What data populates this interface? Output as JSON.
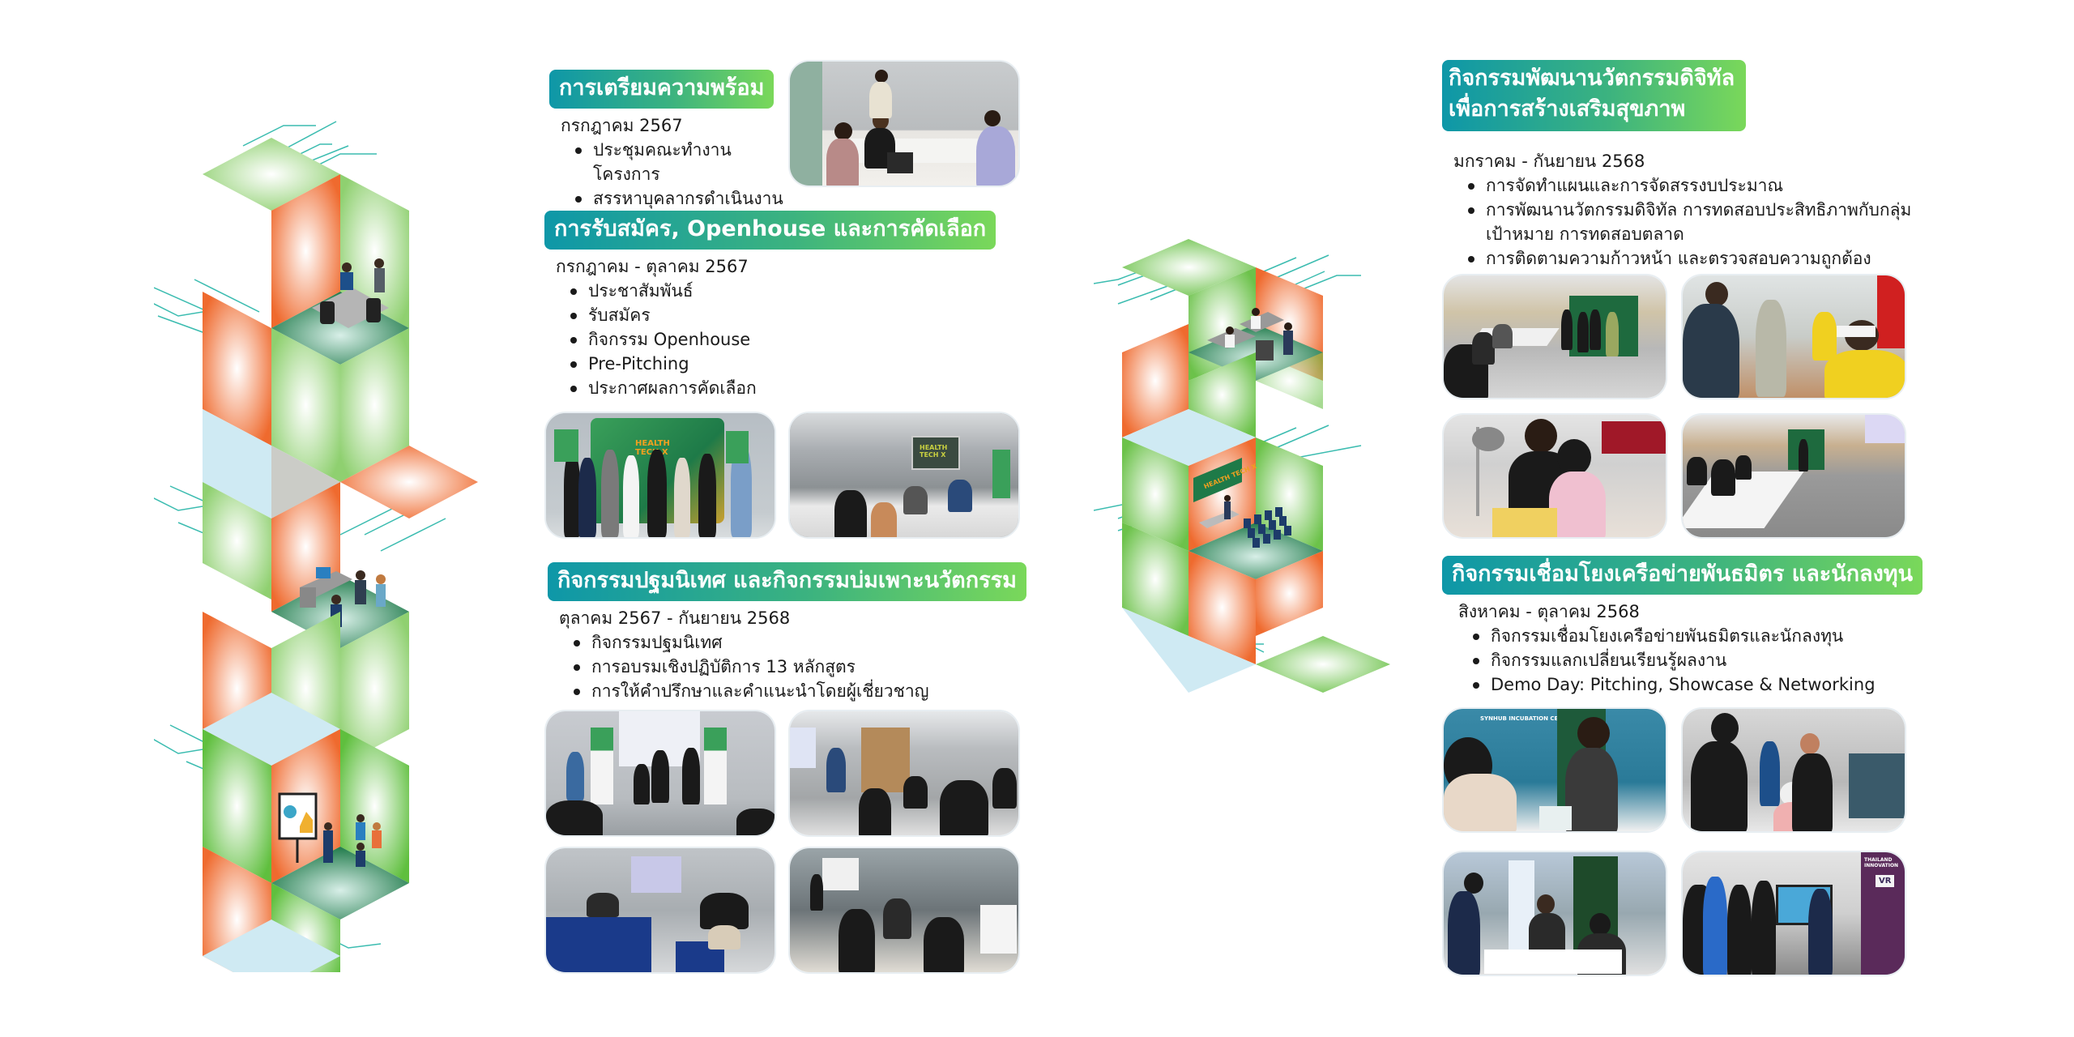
{
  "colors": {
    "badge_gradient_start": "#0e97a8",
    "badge_gradient_end": "#7ad85a",
    "tile_green": "#6cc24a",
    "tile_orange": "#ef6a2e",
    "tile_lightblue": "#cfeaf3",
    "floor_green": "#1f7a4a",
    "circuit_teal": "#3bbcb0"
  },
  "left_graphic": {
    "icons": [
      "meeting-room-scene",
      "consultation-desk-scene",
      "presentation-group-scene"
    ]
  },
  "right_graphic": {
    "icons": [
      "lab-office-scene",
      "healthtech-stage-scene"
    ],
    "stage_sign": "HEALTH TECH X"
  },
  "sections": [
    {
      "id": "preparation",
      "title": "การเตรียมความพร้อม",
      "period": "กรกฎาคม 2567",
      "items": [
        "ประชุมคณะทำงานโครงการ",
        "สรรหาบุคลากรดำเนินงาน"
      ],
      "photos": [
        "team-meeting-photo"
      ]
    },
    {
      "id": "recruitment",
      "title": "การรับสมัคร, Openhouse และการคัดเลือก",
      "period": "กรกฎาคม - ตุลาคม 2567",
      "items": [
        "ประชาสัมพันธ์",
        "รับสมัคร",
        "กิจกรรม Openhouse",
        "Pre-Pitching",
        "ประกาศผลการคัดเลือก"
      ],
      "photos": [
        "launch-group-photo",
        "openhouse-room-photo"
      ],
      "photo_text": [
        "HEALTH TECH X",
        "HEALTH TECH X"
      ]
    },
    {
      "id": "orientation",
      "title": "กิจกรรมปฐมนิเทศ และกิจกรรมบ่มเพาะนวัตกรรม",
      "period": "ตุลาคม 2567 - กันยายน 2568",
      "items": [
        "กิจกรรมปฐมนิเทศ",
        "การอบรมเชิงปฏิบัติการ 13 หลักสูตร",
        "การให้คำปรึกษาและคำแนะนำโดยผู้เชี่ยวชาญ"
      ],
      "photos": [
        "orientation-stage-photo",
        "workshop-photo",
        "training-room-photo",
        "mentoring-photo"
      ]
    },
    {
      "id": "development",
      "title": "กิจกรรมพัฒนานวัตกรรมดิจิทัล เพื่อการสร้างเสริมสุขภาพ",
      "title_lines": [
        "กิจกรรมพัฒนานวัตกรรมดิจิทัล",
        "เพื่อการสร้างเสริมสุขภาพ"
      ],
      "period": "มกราคม - กันยายน 2568",
      "items": [
        "การจัดทำแผนและการจัดสรรงบประมาณ",
        "การพัฒนานวัตกรรมดิจิทัล การทดสอบประสิทธิภาพกับกลุ่มเป้าหมาย การทดสอบตลาด",
        "การติดตามความก้าวหน้า และตรวจสอบความถูกต้อง"
      ],
      "photos": [
        "progress-review-photo",
        "vr-testing-photo",
        "field-test-photo",
        "pitch-rehearsal-photo"
      ]
    },
    {
      "id": "networking",
      "title": "กิจกรรมเชื่อมโยงเครือข่ายพันธมิตร และนักลงทุน",
      "period": "สิงหาคม - ตุลาคม 2568",
      "items": [
        "กิจกรรมเชื่อมโยงเครือข่ายพันธมิตรและนักลงทุน",
        "กิจกรรมแลกเปลี่ยนเรียนรู้ผลงาน",
        "Demo Day: Pitching, Showcase & Networking"
      ],
      "photos": [
        "incubation-booth-photo",
        "vr-demo-photo",
        "investor-booth-photo",
        "media-showcase-photo"
      ],
      "photo_text": [
        "SYNHUB INCUBATION CENTER",
        "VR",
        "THAILAND INNOVATION"
      ]
    }
  ]
}
